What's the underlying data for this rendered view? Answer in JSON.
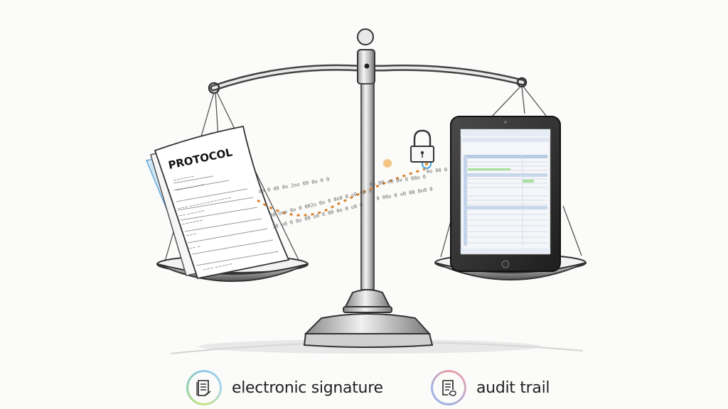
{
  "illustration": {
    "subject": "scales of justice balancing paper protocol and tablet",
    "left_pan": {
      "document_title": "PROTOCOL",
      "document_type": "paper"
    },
    "right_pan": {
      "device": "tablet",
      "screen": "electronic form"
    },
    "connector": {
      "icon": "padlock-icon",
      "style": "dotted data stream"
    },
    "colors": {
      "pencil": "#3a3a3a",
      "data_stream": "#d9822b",
      "paper_edge": "#8fc3e8",
      "signature_ring": "#8ecbe8",
      "audit_ring": "#e79aa4"
    }
  },
  "legend": {
    "items": [
      {
        "icon": "signature-document-icon",
        "label": "electronic signature"
      },
      {
        "icon": "audit-document-icon",
        "label": "audit trail"
      }
    ]
  }
}
